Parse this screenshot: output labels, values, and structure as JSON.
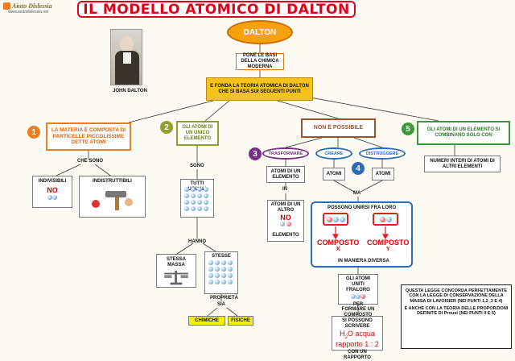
{
  "header": {
    "logo_text": "Aiuto Dislessia",
    "logo_url": "www.aiutodislessia.net",
    "title": "IL MODELLO ATOMICO DI DALTON"
  },
  "portrait": {
    "caption": "JOHN DALTON"
  },
  "nodes": {
    "dalton": "DALTON",
    "pone": "PONE LE BASI DELLA CHIMICA MODERNA",
    "fonda": "E FONDA LA TEORIA ATOMICA DI DALTON CHE SI BASA SUI SEGUENTI PUNTI",
    "materia": "LA MATERIA È COMPOSTA DI PARTICELLE PICCOLISSIME DETTE ATOMI",
    "che_sono": "CHE SONO",
    "indivisibili": "INDIVISIBILI",
    "no": "NO",
    "indistruttibili": "INDISTRUTTIBILI",
    "unico": "GLI ATOMI DI UN UNICO ELEMENTO",
    "sono": "SONO",
    "tutti_uguali": "TUTTI UGUALI",
    "hanno": "HANNO",
    "stessa_massa": "STESSA MASSA",
    "stesse": "STESSE",
    "proprieta": "PROPRIETÀ",
    "sia": "SIA",
    "chimiche": "CHIMICHE",
    "fisiche": "FISICHE",
    "non_possibile": "NON È POSSIBILE",
    "trasformare": "TRASFORMARE",
    "atomi_un_elemento": "ATOMI DI UN ELEMENTO",
    "in": "IN",
    "atomi_altro": "ATOMI DI UN ALTRO",
    "no2": "NO",
    "elemento": "ELEMENTO",
    "creare": "CREARE",
    "distruggere": "DISTRUGGERE",
    "atomi_a": "ATOMI",
    "atomi_b": "ATOMI",
    "ma": "MA",
    "possono_unirsi": "POSSONO UNIRSI FRA LORO",
    "composto_x_a": "COMPOSTO",
    "composto_x_b": "X",
    "composto_y_a": "COMPOSTO",
    "composto_y_b": "Y",
    "maniera": "IN MANIERA DIVERSA",
    "uniti": "GLI ATOMI UNITI FRALORO",
    "per_formare": "PER FORMARE UN COMPOSTO",
    "scrivere": "SI POSSONO SCRIVERE",
    "h2o_a": "H",
    "h2o_b": "2",
    "h2o_c": "O acqua",
    "rapporto": "rapporto 1 : 2",
    "con_rapporto": "CON UN RAPPORTO",
    "combinano": "GLI ATOMI DI UN ELEMENTO SI COMBINANO SOLO CON",
    "numeri_interi": "NUMERI INTERI DI ATOMI DI ALTRI ELEMENTI",
    "legge1": "QUESTA LEGGE CONCORDA PERFETTAMENTE CON LA LEGGE DI CONSERVAZIONE DELLA MASSA DI LAVOISIER (NEI PUNTI 1,2 ,3 E 4)",
    "legge2": "E ANCHE CON LA TEORIA DELLE PROPORZIONI DEFINITE DI Proust (NEI PUNTI 4 E 5)"
  },
  "numbers": [
    "1",
    "2",
    "3",
    "4",
    "5"
  ],
  "colors": {
    "title": "#e0001b",
    "dalton_fill": "#f7a10d",
    "fonda_fill": "#f6c21a",
    "orange": "#f07e1e",
    "olive": "#8fa12b",
    "brown": "#a0522d",
    "purple": "#7a2f86",
    "blue": "#2d6db5",
    "green": "#3b9a3b"
  }
}
